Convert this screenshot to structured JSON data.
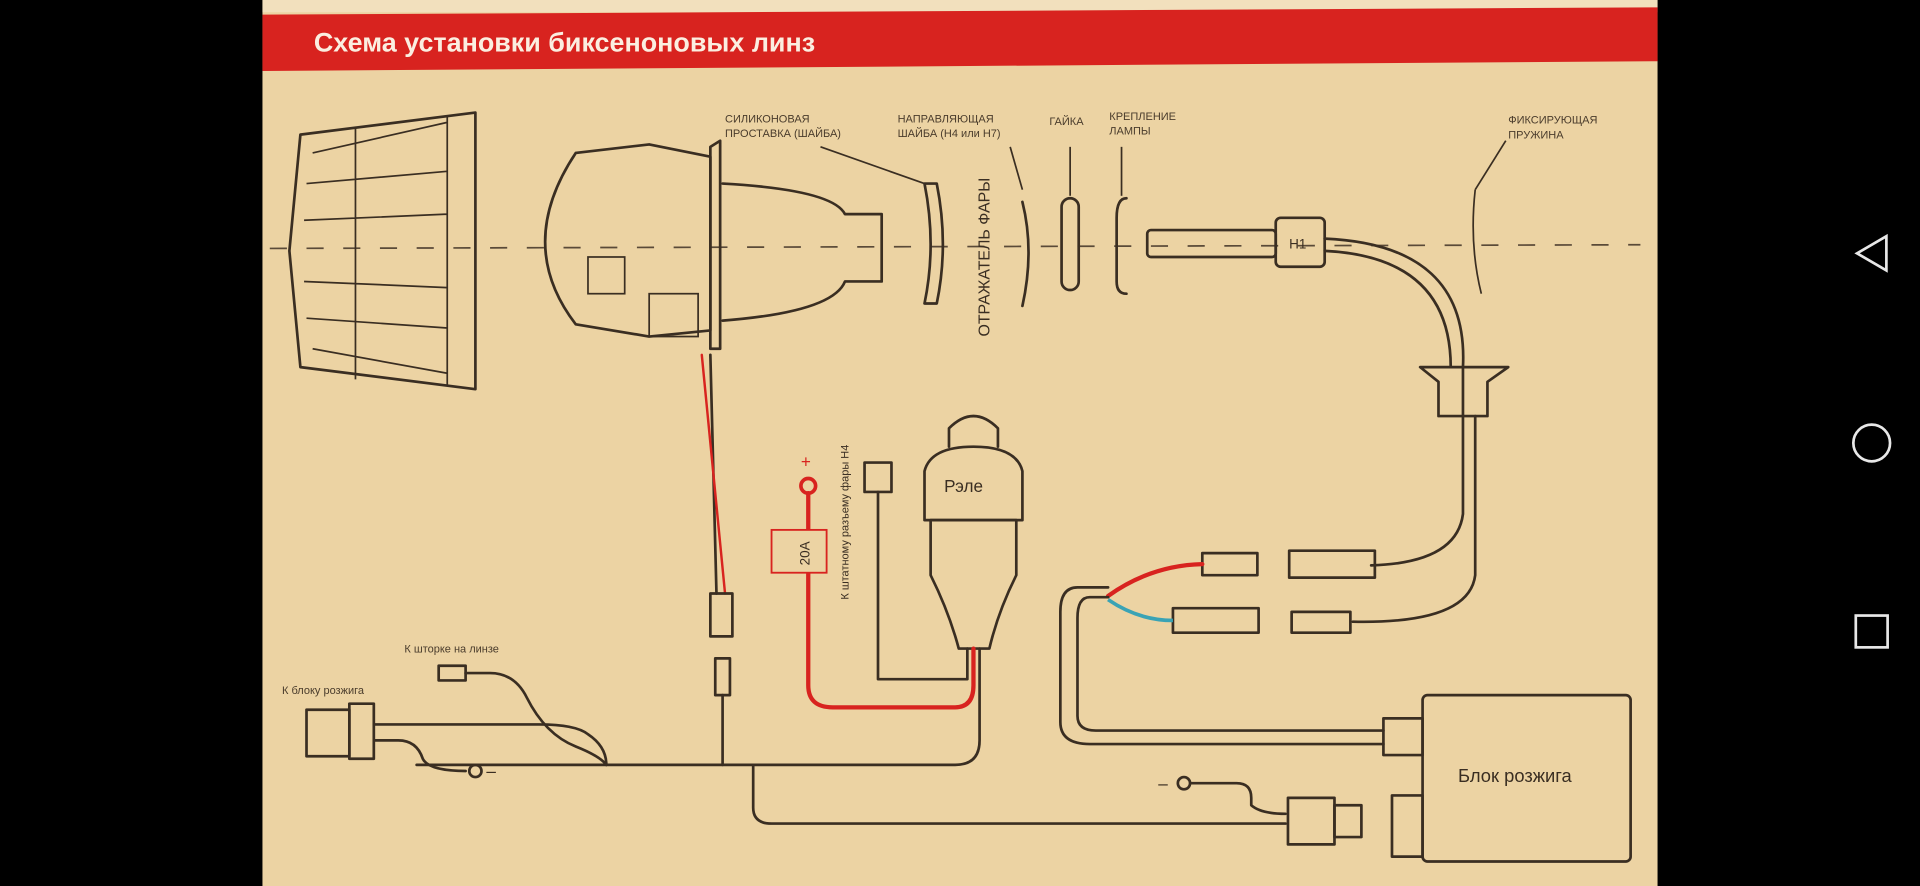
{
  "diagram": {
    "title": "Схема установки биксеноновых линз",
    "labels": {
      "silicone_spacer": [
        "СИЛИКОНОВАЯ",
        "ПРОСТАВКА (ШАЙБА)"
      ],
      "guide_washer": [
        "НАПРАВЛЯЮЩАЯ",
        "ШАЙБА (Н4 или Н7)"
      ],
      "nut": "ГАЙКА",
      "lamp_mount": [
        "КРЕПЛЕНИЕ",
        "ЛАМПЫ"
      ],
      "fixing_spring": [
        "ФИКСИРУЮЩАЯ",
        "ПРУЖИНА"
      ],
      "headlight_reflector": "ОТРАЖАТЕЛЬ ФАРЫ",
      "bulb": "H1",
      "to_h4_connector": "К штатному разъему фары Н4",
      "relay": "Рэле",
      "fuse": "20A",
      "plus": "+",
      "minus_1": "–",
      "minus_2": "–",
      "to_lens_shutter": "К шторке на линзе",
      "to_ignition_unit": "К блоку розжига",
      "ignition_unit": "Блок розжига"
    },
    "colors": {
      "banner": "#d8231f",
      "paper": "#ecd3a3",
      "wire_positive": "#d8231f",
      "wire_blue": "#3aa3b5"
    }
  },
  "navbar": {
    "back": "back-triangle-icon",
    "home": "home-circle-icon",
    "recents": "recents-square-icon"
  }
}
